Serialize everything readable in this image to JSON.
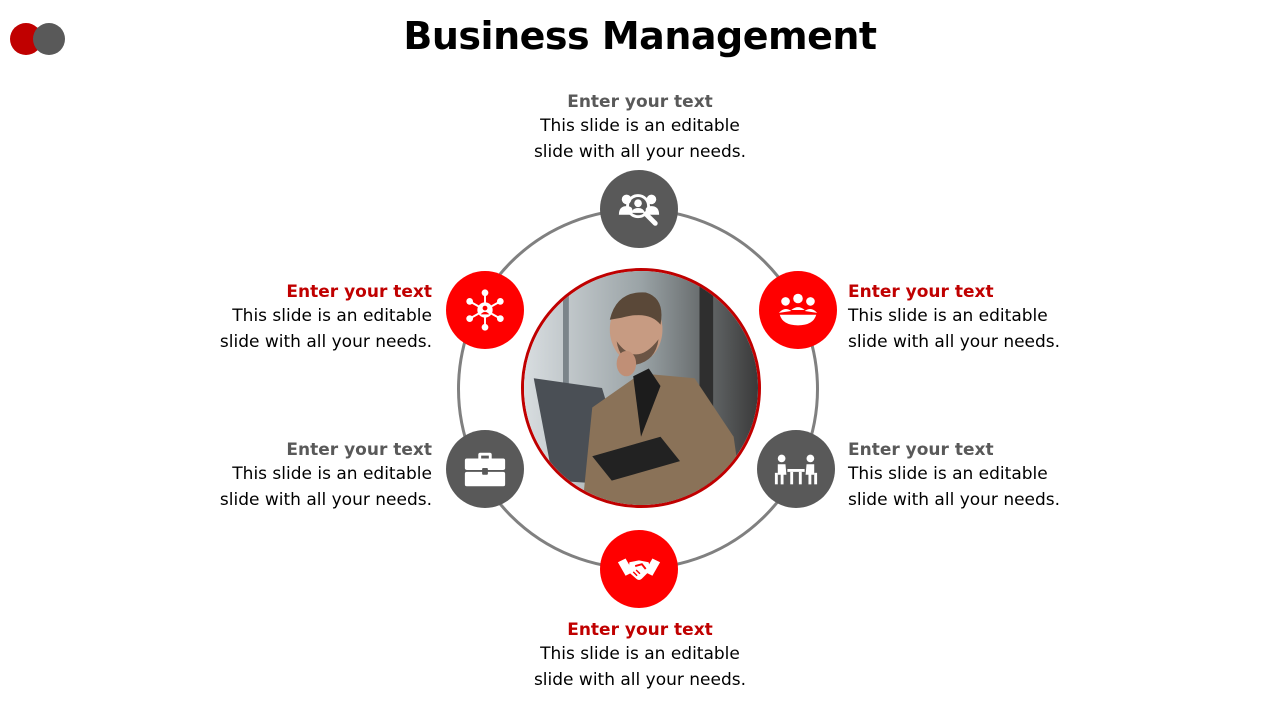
{
  "title": "Business Management",
  "colors": {
    "red": "#ff0000",
    "dark_red": "#c00000",
    "gray": "#595959",
    "ring": "#808080"
  },
  "photo": {
    "subject": "businessman-thinking-at-laptop"
  },
  "items": [
    {
      "icon": "team-search-icon",
      "color": "#595959",
      "heading": "Enter your text",
      "text": "This slide is an editable slide with all your needs."
    },
    {
      "icon": "meeting-icon",
      "color": "#ff0000",
      "heading": "Enter your text",
      "text": "This slide is an editable slide with all your needs."
    },
    {
      "icon": "interview-icon",
      "color": "#595959",
      "heading": "Enter your text",
      "text": "This slide is an editable slide with all your needs."
    },
    {
      "icon": "handshake-icon",
      "color": "#ff0000",
      "heading": "Enter your text",
      "text": "This slide is an editable slide with all your needs."
    },
    {
      "icon": "briefcase-icon",
      "color": "#595959",
      "heading": "Enter your text",
      "text": "This slide is an editable slide with all your needs."
    },
    {
      "icon": "network-icon",
      "color": "#ff0000",
      "heading": "Enter your text",
      "text": "This slide is an editable slide with all your needs."
    }
  ]
}
